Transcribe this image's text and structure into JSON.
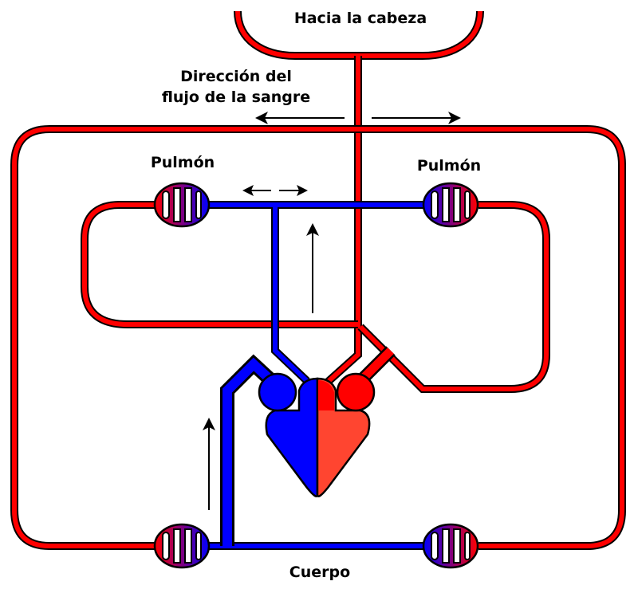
{
  "labels": {
    "head": "Hacia la cabeza",
    "flow_line1": "Dirección del",
    "flow_line2": "flujo de la sangre",
    "lung_left": "Pulmón",
    "lung_right": "Pulmón",
    "body": "Cuerpo"
  },
  "colors": {
    "oxygenated": "#ff0000",
    "deoxygenated": "#0000ff",
    "left_ventricle": "#ff4530",
    "capillary": "#800080"
  }
}
